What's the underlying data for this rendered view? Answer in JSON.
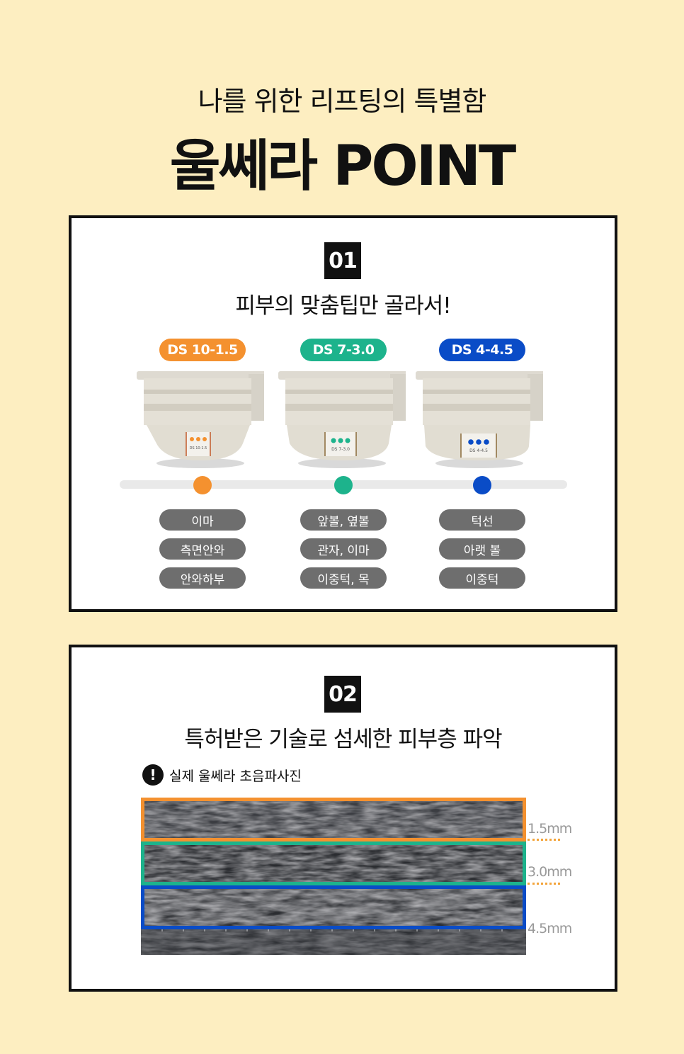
{
  "header": {
    "subtitle": "나를 위한 리프팅의 특별함",
    "title": "울쎄라 POINT"
  },
  "section1": {
    "number": "01",
    "heading": "피부의 맞춤팁만 골라서!",
    "tips": [
      {
        "label": "DS 10-1.5",
        "device_text": "DS 10-1.5",
        "color": "#f4912f",
        "areas": [
          "이마",
          "측면안와",
          "안와하부"
        ]
      },
      {
        "label": "DS 7-3.0",
        "device_text": "DS 7-3.0",
        "color": "#1db38c",
        "areas": [
          "앞볼, 옆볼",
          "관자, 이마",
          "이중턱, 목"
        ]
      },
      {
        "label": "DS 4-4.5",
        "device_text": "DS 4-4.5",
        "color": "#0a4cc7",
        "areas": [
          "턱선",
          "아랫 볼",
          "이중턱"
        ]
      }
    ]
  },
  "section2": {
    "number": "02",
    "heading": "특허받은 기술로 섬세한 피부층 파악",
    "notice_icon": "exclamation-icon",
    "notice": "실제 울쎄라 초음파사진",
    "depths": [
      {
        "label": "1.5mm",
        "color": "#f4912f"
      },
      {
        "label": "3.0mm",
        "color": "#1db38c"
      },
      {
        "label": "4.5mm",
        "color": "#0a4cc7"
      }
    ]
  }
}
